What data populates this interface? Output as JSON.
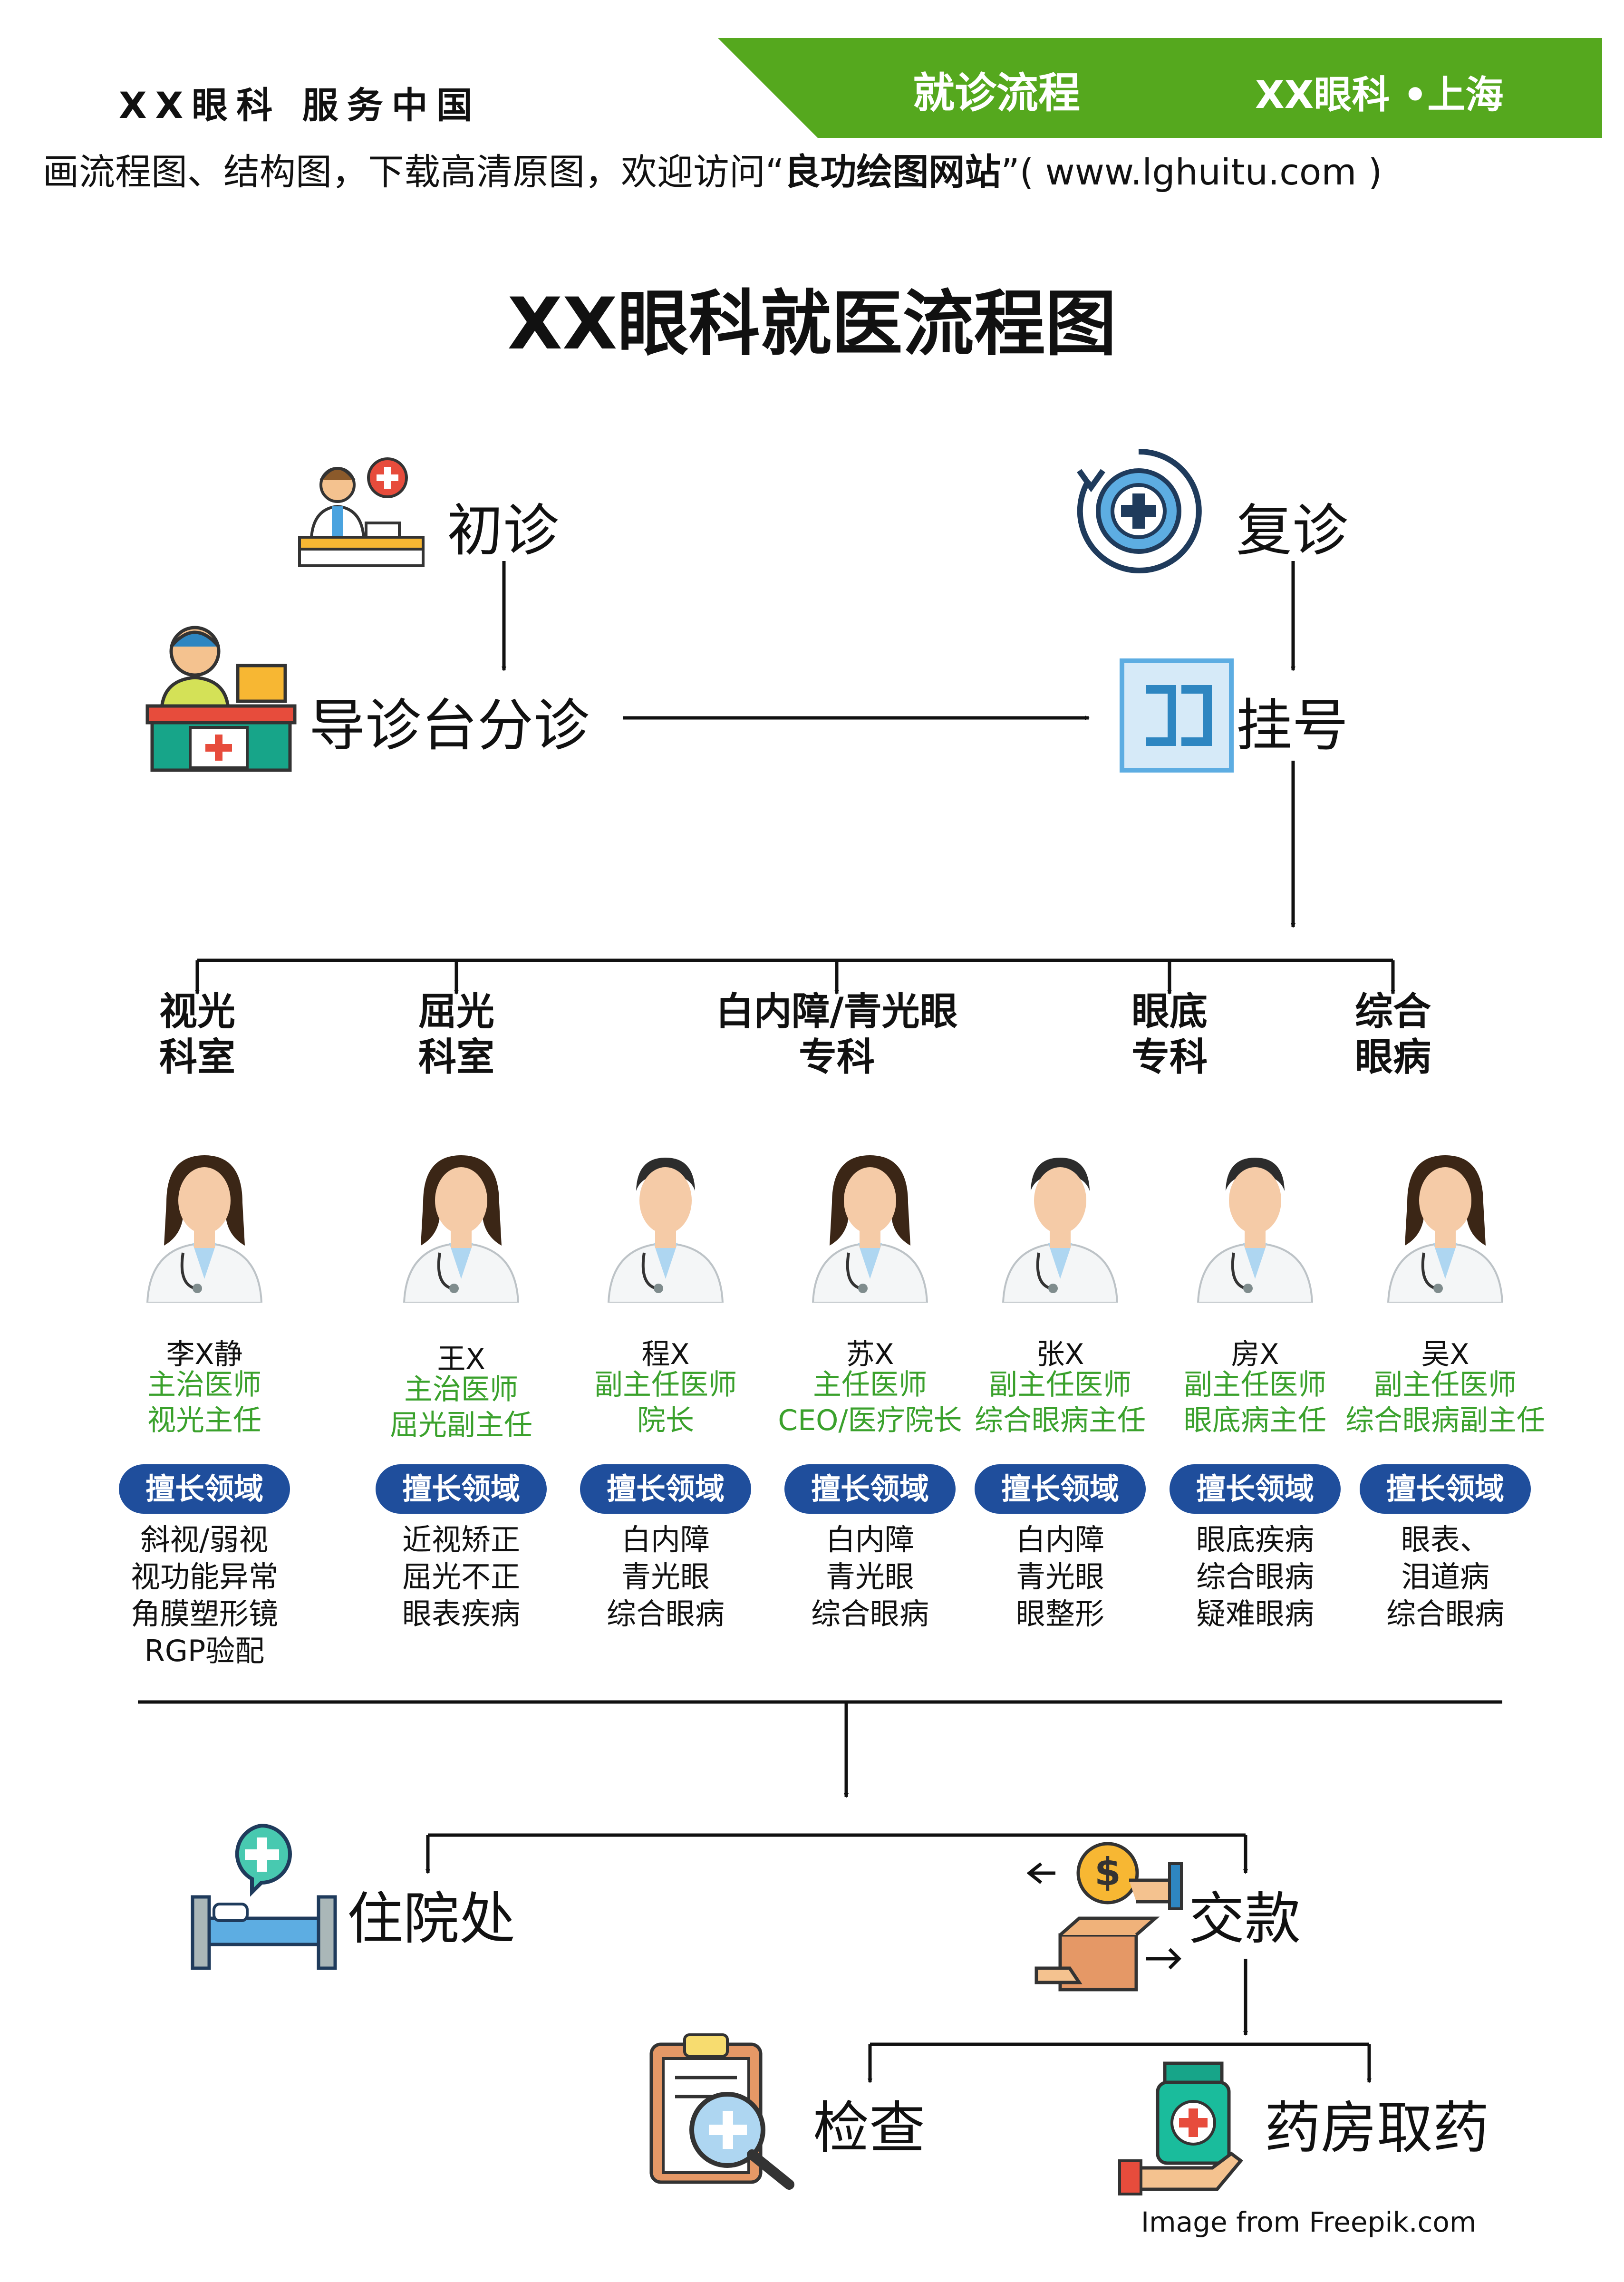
{
  "header": {
    "left_text": "XX眼科 服务中国",
    "banner_item1": "就诊流程",
    "banner_item2": "XX眼科 •上海",
    "sub_text_prefix": "画流程图、结构图，下载高清原图，欢迎访问“",
    "sub_text_bold": "良功绘图网站",
    "sub_text_suffix": "”( www.lghuitu.com )",
    "banner_color": "#55a81e"
  },
  "title": "XX眼科就医流程图",
  "steps": {
    "first_visit": "初诊",
    "return_visit": "复诊",
    "triage": "导诊台分诊",
    "register": "挂号",
    "hospitalization": "住院处",
    "payment": "交款",
    "examination": "检查",
    "pharmacy": "药房取药"
  },
  "departments": [
    {
      "label": "视光\n科室"
    },
    {
      "label": "屈光\n科室"
    },
    {
      "label": "白内障/青光眼\n专科"
    },
    {
      "label": "眼底\n专科"
    },
    {
      "label": "综合\n眼病"
    }
  ],
  "expertise_label": "擅长领域",
  "doctors": [
    {
      "name": "李X静",
      "title1": "主治医师",
      "title2": "视光主任",
      "skills": [
        "斜视/弱视",
        "视功能异常",
        "角膜塑形镜",
        "RGP验配"
      ],
      "gender": "female"
    },
    {
      "name": "王X",
      "title1": "主治医师",
      "title2": "屈光副主任",
      "skills": [
        "近视矫正",
        "屈光不正",
        "眼表疾病"
      ],
      "gender": "female"
    },
    {
      "name": "程X",
      "title1": "副主任医师",
      "title2": "院长",
      "skills": [
        "白内障",
        "青光眼",
        "综合眼病"
      ],
      "gender": "male"
    },
    {
      "name": "苏X",
      "title1": "主任医师",
      "title2": "CEO/医疗院长",
      "skills": [
        "白内障",
        "青光眼",
        "综合眼病"
      ],
      "gender": "female"
    },
    {
      "name": "张X",
      "title1": "副主任医师",
      "title2": "综合眼病主任",
      "skills": [
        "白内障",
        "青光眼",
        "眼整形"
      ],
      "gender": "male"
    },
    {
      "name": "房X",
      "title1": "副主任医师",
      "title2": "眼底病主任",
      "skills": [
        "眼底疾病",
        "综合眼病",
        "疑难眼病"
      ],
      "gender": "male"
    },
    {
      "name": "吴X",
      "title1": "副主任医师",
      "title2": "综合眼病副主任",
      "skills": [
        "眼表、",
        "泪道病",
        "综合眼病"
      ],
      "gender": "female"
    }
  ],
  "credit": "Image from Freepik.com",
  "colors": {
    "accent_green": "#3aa12c",
    "badge_blue": "#1f4e9c",
    "banner_green": "#55a81e"
  }
}
